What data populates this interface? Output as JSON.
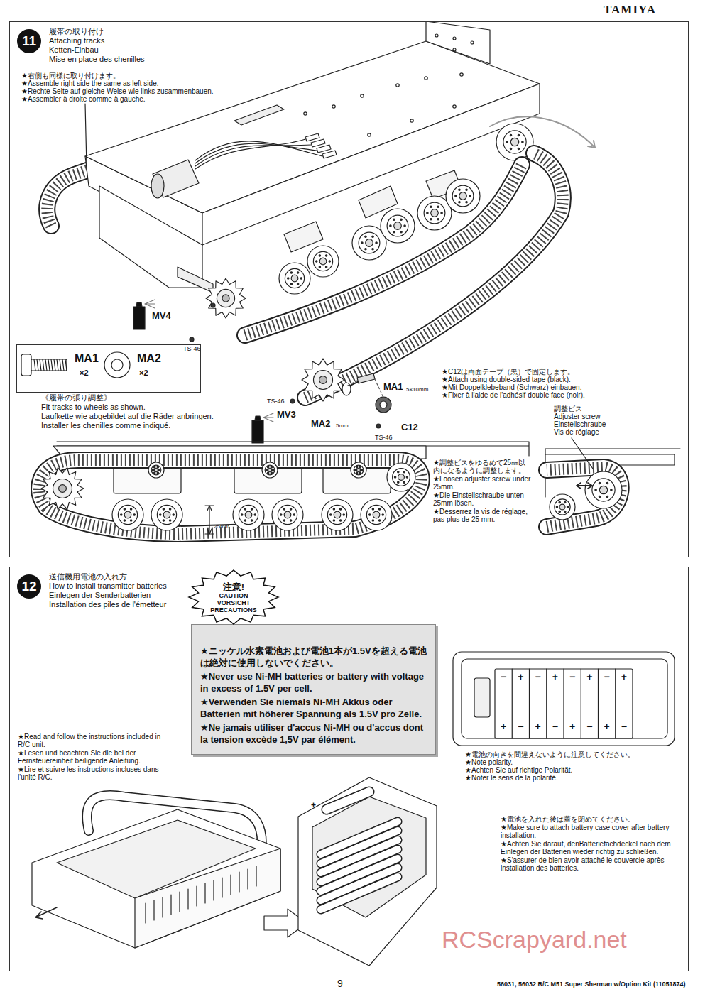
{
  "diagram": {
    "nodes": [
      {
        "text": [
          "履帯の取り付け",
          "Attaching tracks",
          "Ketten-Einbau",
          "Mise en place des chenilles"
        ]
      },
      {
        "text": [
          "11"
        ],
        "in": 0
      },
      {
        "text": [
          "MA1",
          "×2",
          "MA2",
          "×2"
        ],
        "in": 0
      },
      {
        "text": [
          "送信機用電池の入れ方",
          "How to install transmitter batteries",
          "Einlegen der Senderbatterien",
          "Installation des piles de l'émetteur"
        ]
      },
      {
        "text": [
          "12"
        ],
        "in": 3
      },
      {
        "text": [
          "注意!",
          "CAUTION",
          "VORSICHT",
          "PRECAUTIONS"
        ],
        "in": 3
      },
      {
        "text": [
          "★ニッケル水素電池および電池1本が1.5Vを超える電池は絶対に使用しないでください。",
          "★Never use Ni-MH batteries or battery with voltage in excess of 1.5V per cell.",
          "★Verwenden Sie niemals Ni-MH Akkus oder Batterien mit höherer Spannung als 1.5V pro Zelle.",
          "★Ne jamais utiliser d'accus Ni-MH ou d'accus dont la tension excède 1,5V par élément."
        ],
        "in": 3
      }
    ],
    "labels": [
      "TAMIYA",
      "★右側も同様に取り付けます。",
      "★Assemble right side the same as left side.",
      "★Rechte Seite auf gleiche Weise wie links zusammenbauen.",
      "★Assembler à droite comme à gauche.",
      "MV4",
      "TS-46",
      "《履帯の張り調整》",
      "Fit tracks to wheels as shown.",
      "Laufkette wie abgebildet auf die Räder anbringen.",
      "Installer les chenilles comme indiqué.",
      "TS-46",
      "MV3",
      "MA2",
      "5mm",
      "MA1",
      "5×10mm",
      "C12",
      "TS-46",
      "★C12は両面テープ（黒）で固定します。",
      "★Attach using double-sided tape (black).",
      "★Mit Doppelklebeband (Schwarz) einbauen.",
      "★Fixer à l'aide de l'adhésif double face (noir).",
      "調整ビス",
      "Adjuster screw",
      "Einstellschraube",
      "Vis de réglage",
      "★調整ビスをゆるめて25㎜以内になるように調整します。",
      "★Loosen adjuster screw under 25mm.",
      "★Die Einstellschraube unten 25mm lösen.",
      "★Desserrez la vis de réglage, pas plus de 25 mm.",
      "25mm",
      "★Read and follow the instructions included in R/C unit.",
      "★Lesen und beachten Sie die bei der Fernsteuereinheit beiligende Anleitung.",
      "★Lire et suivre les instructions incluses dans l'unité R/C.",
      "★電池の向きを間違えないように注意してください。",
      "★Note polarity.",
      "★Achten Sie auf richtige Polarität.",
      "★Noter le sens de la polarité.",
      "★電池を入れた後は蓋を閉めてください。",
      "★Make sure to attach battery case cover after battery installation.",
      "★Achten Sie darauf, denBatteriefachdeckel nach dem Einlegen der Batterien wieder richtig zu schließen.",
      "★S'assurer de bien avoir attaché le couvercle après installation des batteries.",
      "−",
      "+",
      "−",
      "+",
      "−",
      "+",
      "−",
      "+",
      "+",
      "−",
      "+",
      "−",
      "+",
      "−",
      "+",
      "−",
      "+",
      "9",
      "56031, 56032 R/C M51 Super Sherman w/Option Kit (11051874)",
      "RCScrapyard.net"
    ]
  }
}
